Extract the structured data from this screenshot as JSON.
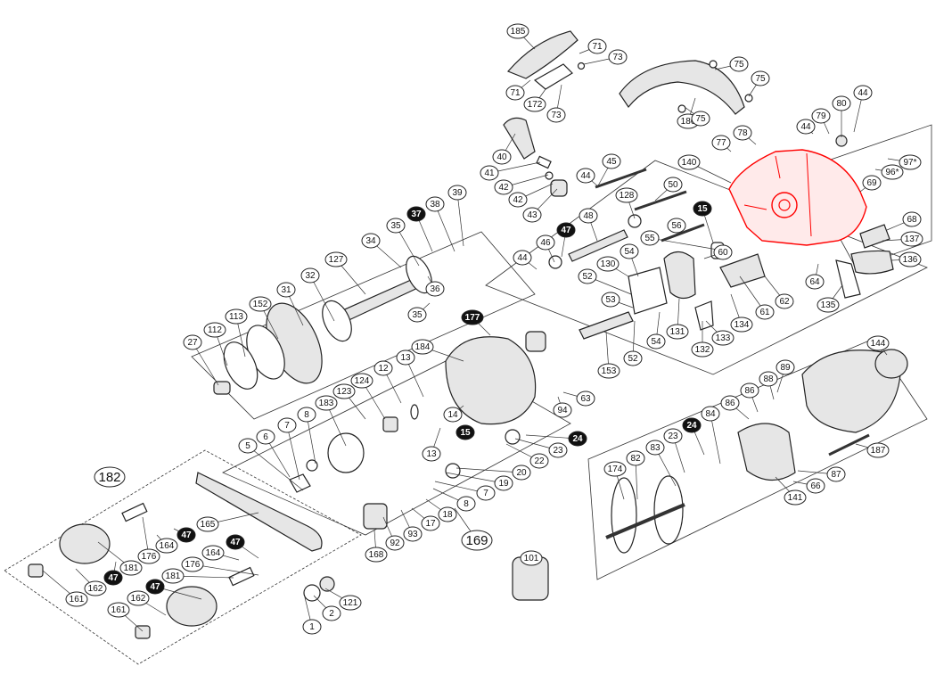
{
  "diagram": {
    "highlight_color": "#ff0000",
    "labels": [
      {
        "text": "185",
        "style": "plain"
      },
      {
        "text": "71",
        "style": "plain"
      },
      {
        "text": "73",
        "style": "plain"
      },
      {
        "text": "71",
        "style": "plain"
      },
      {
        "text": "172",
        "style": "plain"
      },
      {
        "text": "73",
        "style": "plain"
      },
      {
        "text": "75",
        "style": "plain"
      },
      {
        "text": "75",
        "style": "plain"
      },
      {
        "text": "186",
        "style": "plain"
      },
      {
        "text": "75",
        "style": "plain"
      },
      {
        "text": "44",
        "style": "plain"
      },
      {
        "text": "79",
        "style": "plain"
      },
      {
        "text": "80",
        "style": "plain"
      },
      {
        "text": "44",
        "style": "plain"
      },
      {
        "text": "77",
        "style": "plain"
      },
      {
        "text": "78",
        "style": "plain"
      },
      {
        "text": "97*",
        "style": "plain"
      },
      {
        "text": "96*",
        "style": "plain"
      },
      {
        "text": "140",
        "style": "plain"
      },
      {
        "text": "69",
        "style": "plain"
      },
      {
        "text": "68",
        "style": "plain"
      },
      {
        "text": "137",
        "style": "plain"
      },
      {
        "text": "136",
        "style": "plain"
      },
      {
        "text": "64",
        "style": "plain"
      },
      {
        "text": "135",
        "style": "plain"
      },
      {
        "text": "40",
        "style": "plain"
      },
      {
        "text": "41",
        "style": "plain"
      },
      {
        "text": "42",
        "style": "plain"
      },
      {
        "text": "42",
        "style": "plain"
      },
      {
        "text": "43",
        "style": "plain"
      },
      {
        "text": "45",
        "style": "plain"
      },
      {
        "text": "44",
        "style": "plain"
      },
      {
        "text": "50",
        "style": "plain"
      },
      {
        "text": "128",
        "style": "plain"
      },
      {
        "text": "48",
        "style": "plain"
      },
      {
        "text": "56",
        "style": "plain"
      },
      {
        "text": "15",
        "style": "filled"
      },
      {
        "text": "47",
        "style": "filled"
      },
      {
        "text": "46",
        "style": "plain"
      },
      {
        "text": "44",
        "style": "plain"
      },
      {
        "text": "55",
        "style": "plain"
      },
      {
        "text": "54",
        "style": "plain"
      },
      {
        "text": "130",
        "style": "plain"
      },
      {
        "text": "52",
        "style": "plain"
      },
      {
        "text": "53",
        "style": "plain"
      },
      {
        "text": "60",
        "style": "plain"
      },
      {
        "text": "61",
        "style": "plain"
      },
      {
        "text": "62",
        "style": "plain"
      },
      {
        "text": "134",
        "style": "plain"
      },
      {
        "text": "131",
        "style": "plain"
      },
      {
        "text": "133",
        "style": "plain"
      },
      {
        "text": "132",
        "style": "plain"
      },
      {
        "text": "54",
        "style": "plain"
      },
      {
        "text": "52",
        "style": "plain"
      },
      {
        "text": "153",
        "style": "plain"
      },
      {
        "text": "39",
        "style": "plain"
      },
      {
        "text": "38",
        "style": "plain"
      },
      {
        "text": "37",
        "style": "filled"
      },
      {
        "text": "35",
        "style": "plain"
      },
      {
        "text": "34",
        "style": "plain"
      },
      {
        "text": "127",
        "style": "plain"
      },
      {
        "text": "32",
        "style": "plain"
      },
      {
        "text": "31",
        "style": "plain"
      },
      {
        "text": "152",
        "style": "plain"
      },
      {
        "text": "36",
        "style": "plain"
      },
      {
        "text": "35",
        "style": "plain"
      },
      {
        "text": "113",
        "style": "plain"
      },
      {
        "text": "112",
        "style": "plain"
      },
      {
        "text": "27",
        "style": "plain"
      },
      {
        "text": "177",
        "style": "filled"
      },
      {
        "text": "184",
        "style": "plain"
      },
      {
        "text": "13",
        "style": "plain"
      },
      {
        "text": "12",
        "style": "plain"
      },
      {
        "text": "124",
        "style": "plain"
      },
      {
        "text": "123",
        "style": "plain"
      },
      {
        "text": "183",
        "style": "plain"
      },
      {
        "text": "8",
        "style": "plain"
      },
      {
        "text": "7",
        "style": "plain"
      },
      {
        "text": "6",
        "style": "plain"
      },
      {
        "text": "5",
        "style": "plain"
      },
      {
        "text": "14",
        "style": "plain"
      },
      {
        "text": "13",
        "style": "plain"
      },
      {
        "text": "15",
        "style": "filled"
      },
      {
        "text": "94",
        "style": "plain"
      },
      {
        "text": "63",
        "style": "plain"
      },
      {
        "text": "24",
        "style": "filled"
      },
      {
        "text": "23",
        "style": "plain"
      },
      {
        "text": "22",
        "style": "plain"
      },
      {
        "text": "20",
        "style": "plain"
      },
      {
        "text": "19",
        "style": "plain"
      },
      {
        "text": "7",
        "style": "plain"
      },
      {
        "text": "8",
        "style": "plain"
      },
      {
        "text": "18",
        "style": "plain"
      },
      {
        "text": "17",
        "style": "plain"
      },
      {
        "text": "93",
        "style": "plain"
      },
      {
        "text": "92",
        "style": "plain"
      },
      {
        "text": "168",
        "style": "plain"
      },
      {
        "text": "169",
        "style": "big"
      },
      {
        "text": "182",
        "style": "big"
      },
      {
        "text": "165",
        "style": "plain"
      },
      {
        "text": "47",
        "style": "filled"
      },
      {
        "text": "164",
        "style": "plain"
      },
      {
        "text": "176",
        "style": "plain"
      },
      {
        "text": "181",
        "style": "plain"
      },
      {
        "text": "47",
        "style": "filled"
      },
      {
        "text": "162",
        "style": "plain"
      },
      {
        "text": "161",
        "style": "plain"
      },
      {
        "text": "47",
        "style": "filled"
      },
      {
        "text": "164",
        "style": "plain"
      },
      {
        "text": "176",
        "style": "plain"
      },
      {
        "text": "181",
        "style": "plain"
      },
      {
        "text": "47",
        "style": "filled"
      },
      {
        "text": "162",
        "style": "plain"
      },
      {
        "text": "161",
        "style": "plain"
      },
      {
        "text": "1",
        "style": "plain"
      },
      {
        "text": "2",
        "style": "plain"
      },
      {
        "text": "121",
        "style": "plain"
      },
      {
        "text": "101",
        "style": "plain"
      },
      {
        "text": "144",
        "style": "plain"
      },
      {
        "text": "89",
        "style": "plain"
      },
      {
        "text": "88",
        "style": "plain"
      },
      {
        "text": "86",
        "style": "plain"
      },
      {
        "text": "86",
        "style": "plain"
      },
      {
        "text": "84",
        "style": "plain"
      },
      {
        "text": "24",
        "style": "filled"
      },
      {
        "text": "23",
        "style": "plain"
      },
      {
        "text": "83",
        "style": "plain"
      },
      {
        "text": "82",
        "style": "plain"
      },
      {
        "text": "174",
        "style": "plain"
      },
      {
        "text": "187",
        "style": "plain"
      },
      {
        "text": "87",
        "style": "plain"
      },
      {
        "text": "66",
        "style": "plain"
      },
      {
        "text": "141",
        "style": "plain"
      }
    ]
  }
}
